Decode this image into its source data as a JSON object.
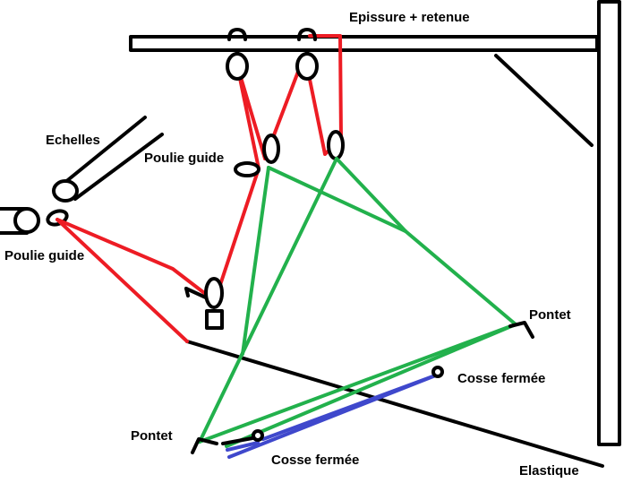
{
  "labels": {
    "epissure": "Epissure + retenue",
    "echelles": "Echelles",
    "poulie_guide_upper": "Poulie guide",
    "poulie_guide_left": "Poulie guide",
    "pontet_right": "Pontet",
    "cosse_fermee_right": "Cosse fermée",
    "pontet_left": "Pontet",
    "cosse_fermee_bottom": "Cosse fermée",
    "elastique": "Elastique"
  },
  "colors": {
    "red_line": "#ed1c24",
    "green_line": "#22b14c",
    "blue_line": "#3f48cc",
    "structure": "#000000"
  }
}
